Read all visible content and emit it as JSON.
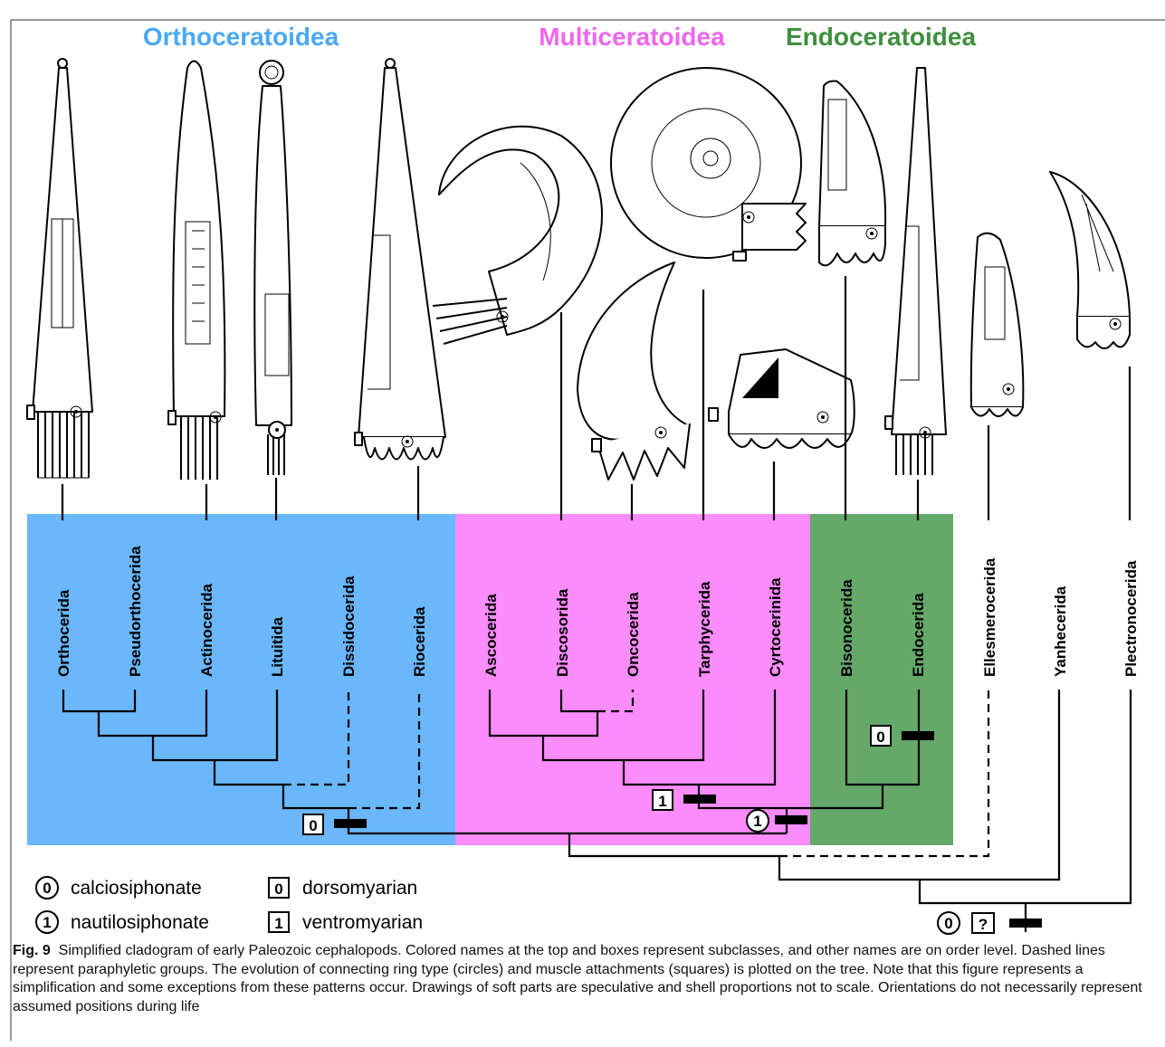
{
  "subclasses": [
    {
      "name": "Orthoceratoidea",
      "color": "#4aa8f5",
      "box_color": "#6ab7fb"
    },
    {
      "name": "Multiceratoidea",
      "color": "#ee66ee",
      "box_color": "#fb8cfb"
    },
    {
      "name": "Endoceratoidea",
      "color": "#3f8f3f",
      "box_color": "#64a86a"
    }
  ],
  "orders": [
    "Orthocerida",
    "Pseudorthocerida",
    "Actinocerida",
    "Lituitida",
    "Dissidocerida",
    "Riocerida",
    "Ascocerida",
    "Discosorida",
    "Oncocerida",
    "Tarphycerida",
    "Cyrtocerinida",
    "Bisonocerida",
    "Endocerida",
    "Ellesmerocerida",
    "Yanhecerida",
    "Plectronocerida"
  ],
  "character_marks": {
    "ortho_box": "0",
    "tarphy_box": "1",
    "multi_circle": "1",
    "endo_box": "0",
    "root_circle": "0",
    "root_box": "?"
  },
  "legend": [
    {
      "symbol": "0",
      "shape": "circle",
      "label": "calciosiphonate"
    },
    {
      "symbol": "1",
      "shape": "circle",
      "label": "nautilosiphonate"
    },
    {
      "symbol": "0",
      "shape": "square",
      "label": "dorsomyarian"
    },
    {
      "symbol": "1",
      "shape": "square",
      "label": "ventromyarian"
    }
  ],
  "caption": {
    "label": "Fig. 9",
    "text": "Simplified cladogram of early Paleozoic cephalopods. Colored names at the top and boxes represent subclasses, and other names are on order level. Dashed lines represent paraphyletic groups. The evolution of connecting ring type (circles) and muscle attachments (squares) is plotted on the tree. Note that this figure represents a simplification and some exceptions from these patterns occur. Drawings of soft parts are speculative and shell proportions not to scale. Orientations do not necessarily represent assumed positions during life"
  }
}
